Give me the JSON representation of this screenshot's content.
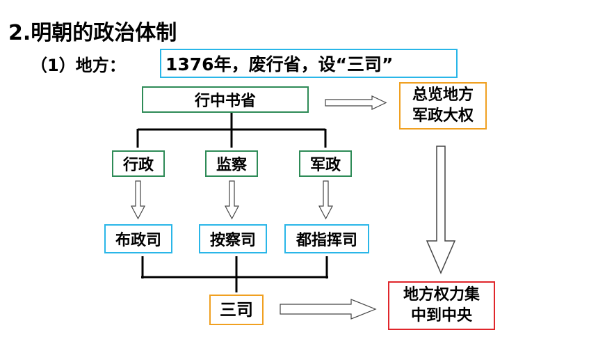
{
  "heading": "2.明朝的政治体制",
  "section_label": "（1）地方：",
  "intro": "1376年，废行省，设“三司”",
  "nodes": {
    "xingzhong_shusheng": "行中书省",
    "xingzheng": "行政",
    "jiancha": "监察",
    "junzheng": "军政",
    "buzhengsi": "布政司",
    "ancha_si": "按察司",
    "duzhihui_si": "都指挥司",
    "sansi": "三司",
    "zonglan": [
      "总览地方",
      "军政大权"
    ],
    "jizhong": [
      "地方权力集",
      "中到中央"
    ]
  },
  "colors": {
    "green_border": "#2e8b57",
    "blue_border": "#29b6e8",
    "orange_border": "#f0a020",
    "red_border": "#e0262b"
  }
}
